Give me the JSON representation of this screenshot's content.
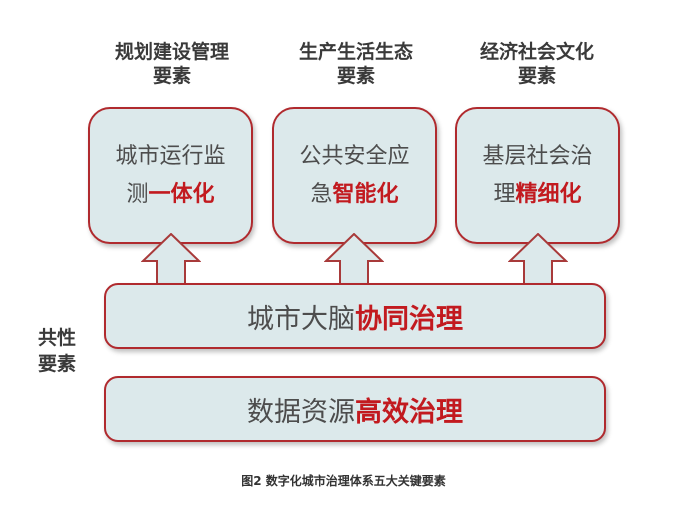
{
  "columns": [
    {
      "heading_line1": "规划建设管理",
      "heading_line2": "要素",
      "box_line1": "城市运行监",
      "box_line2_plain": "测",
      "box_line2_highlight": "一体化"
    },
    {
      "heading_line1": "生产生活生态",
      "heading_line2": "要素",
      "box_line1": "公共安全应",
      "box_line2_plain": "急",
      "box_line2_highlight": "智能化"
    },
    {
      "heading_line1": "经济社会文化",
      "heading_line2": "要素",
      "box_line1": "基层社会治",
      "box_line2_plain": "理",
      "box_line2_highlight": "精细化"
    }
  ],
  "middle_box": {
    "plain": "城市大脑",
    "highlight": "协同治理"
  },
  "bottom_box": {
    "plain": "数据资源",
    "highlight": "高效治理"
  },
  "common_label": {
    "line1": "共性",
    "line2": "要素"
  },
  "caption": "图2   数字化城市治理体系五大关键要素",
  "colors": {
    "box_fill": "#dce9eb",
    "box_border": "#b02a2e",
    "highlight": "#c21a1f",
    "arrow_border": "#a83a3a"
  }
}
